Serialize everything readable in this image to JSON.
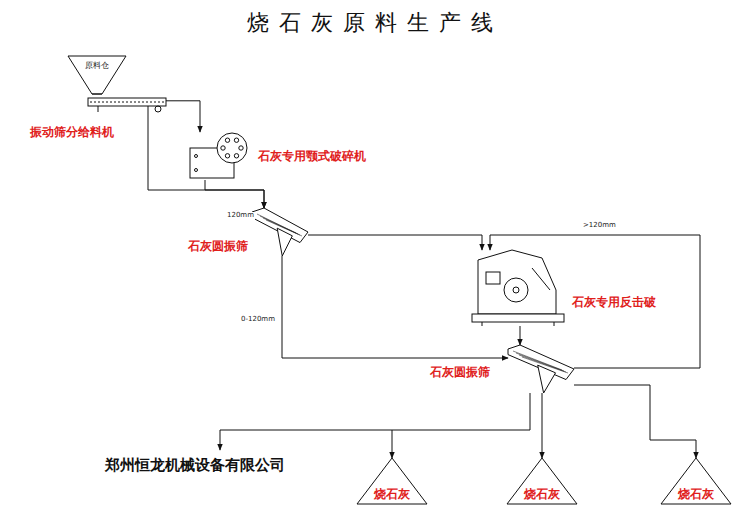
{
  "diagram": {
    "title": "烧石灰原料生产线",
    "nodes": [
      {
        "text": [
          "原料仓"
        ]
      },
      {
        "text": [
          "振动筛分给料机"
        ]
      },
      {
        "text": [
          "石灰专用颚式破碎机"
        ]
      },
      {
        "text": [
          "石灰圆振筛"
        ]
      },
      {
        "text": [
          "石灰专用反击破"
        ]
      },
      {
        "text": [
          "石灰圆振筛"
        ]
      },
      {
        "text": [
          "烧石灰"
        ]
      },
      {
        "text": [
          "烧石灰"
        ]
      },
      {
        "text": [
          "烧石灰"
        ]
      }
    ],
    "edges": [
      {
        "from": 1,
        "to": 2,
        "arrow": "to"
      },
      {
        "from": 1,
        "to": 3,
        "arrow": "to"
      },
      {
        "from": 2,
        "to": 3,
        "arrow": "to"
      },
      {
        "from": 3,
        "to": 4,
        "arrow": "to"
      },
      {
        "from": 5,
        "to": 4,
        "label": ">120mm",
        "arrow": "to"
      },
      {
        "from": 3,
        "to": 5,
        "label": "0-120mm",
        "arrow": "to"
      },
      {
        "from": 4,
        "to": 5,
        "arrow": "to"
      },
      {
        "from": 5,
        "to": 6,
        "arrow": "to"
      },
      {
        "from": 5,
        "to": 7,
        "arrow": "to"
      },
      {
        "from": 5,
        "to": 8,
        "arrow": "to"
      }
    ],
    "labels": [
      "120mm",
      "郑州恒龙机械设备有限公司"
    ]
  }
}
